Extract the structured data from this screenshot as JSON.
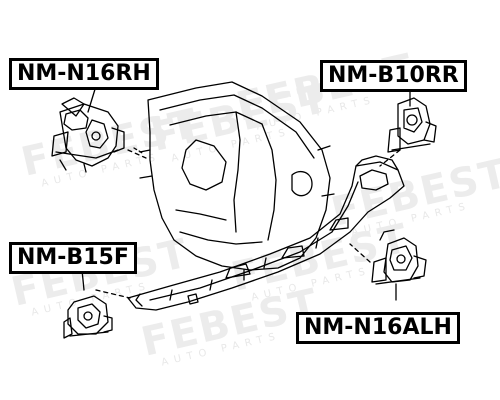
{
  "watermark": {
    "brand": "FEBEST",
    "sub": "AUTO PARTS"
  },
  "parts": {
    "nm_n16rh": "NM-N16RH",
    "nm_b10rr": "NM-B10RR",
    "nm_b15f": "NM-B15F",
    "nm_n16alh": "NM-N16ALH"
  },
  "colors": {
    "line": "#000000",
    "watermark": "#ececec",
    "background": "#ffffff"
  }
}
